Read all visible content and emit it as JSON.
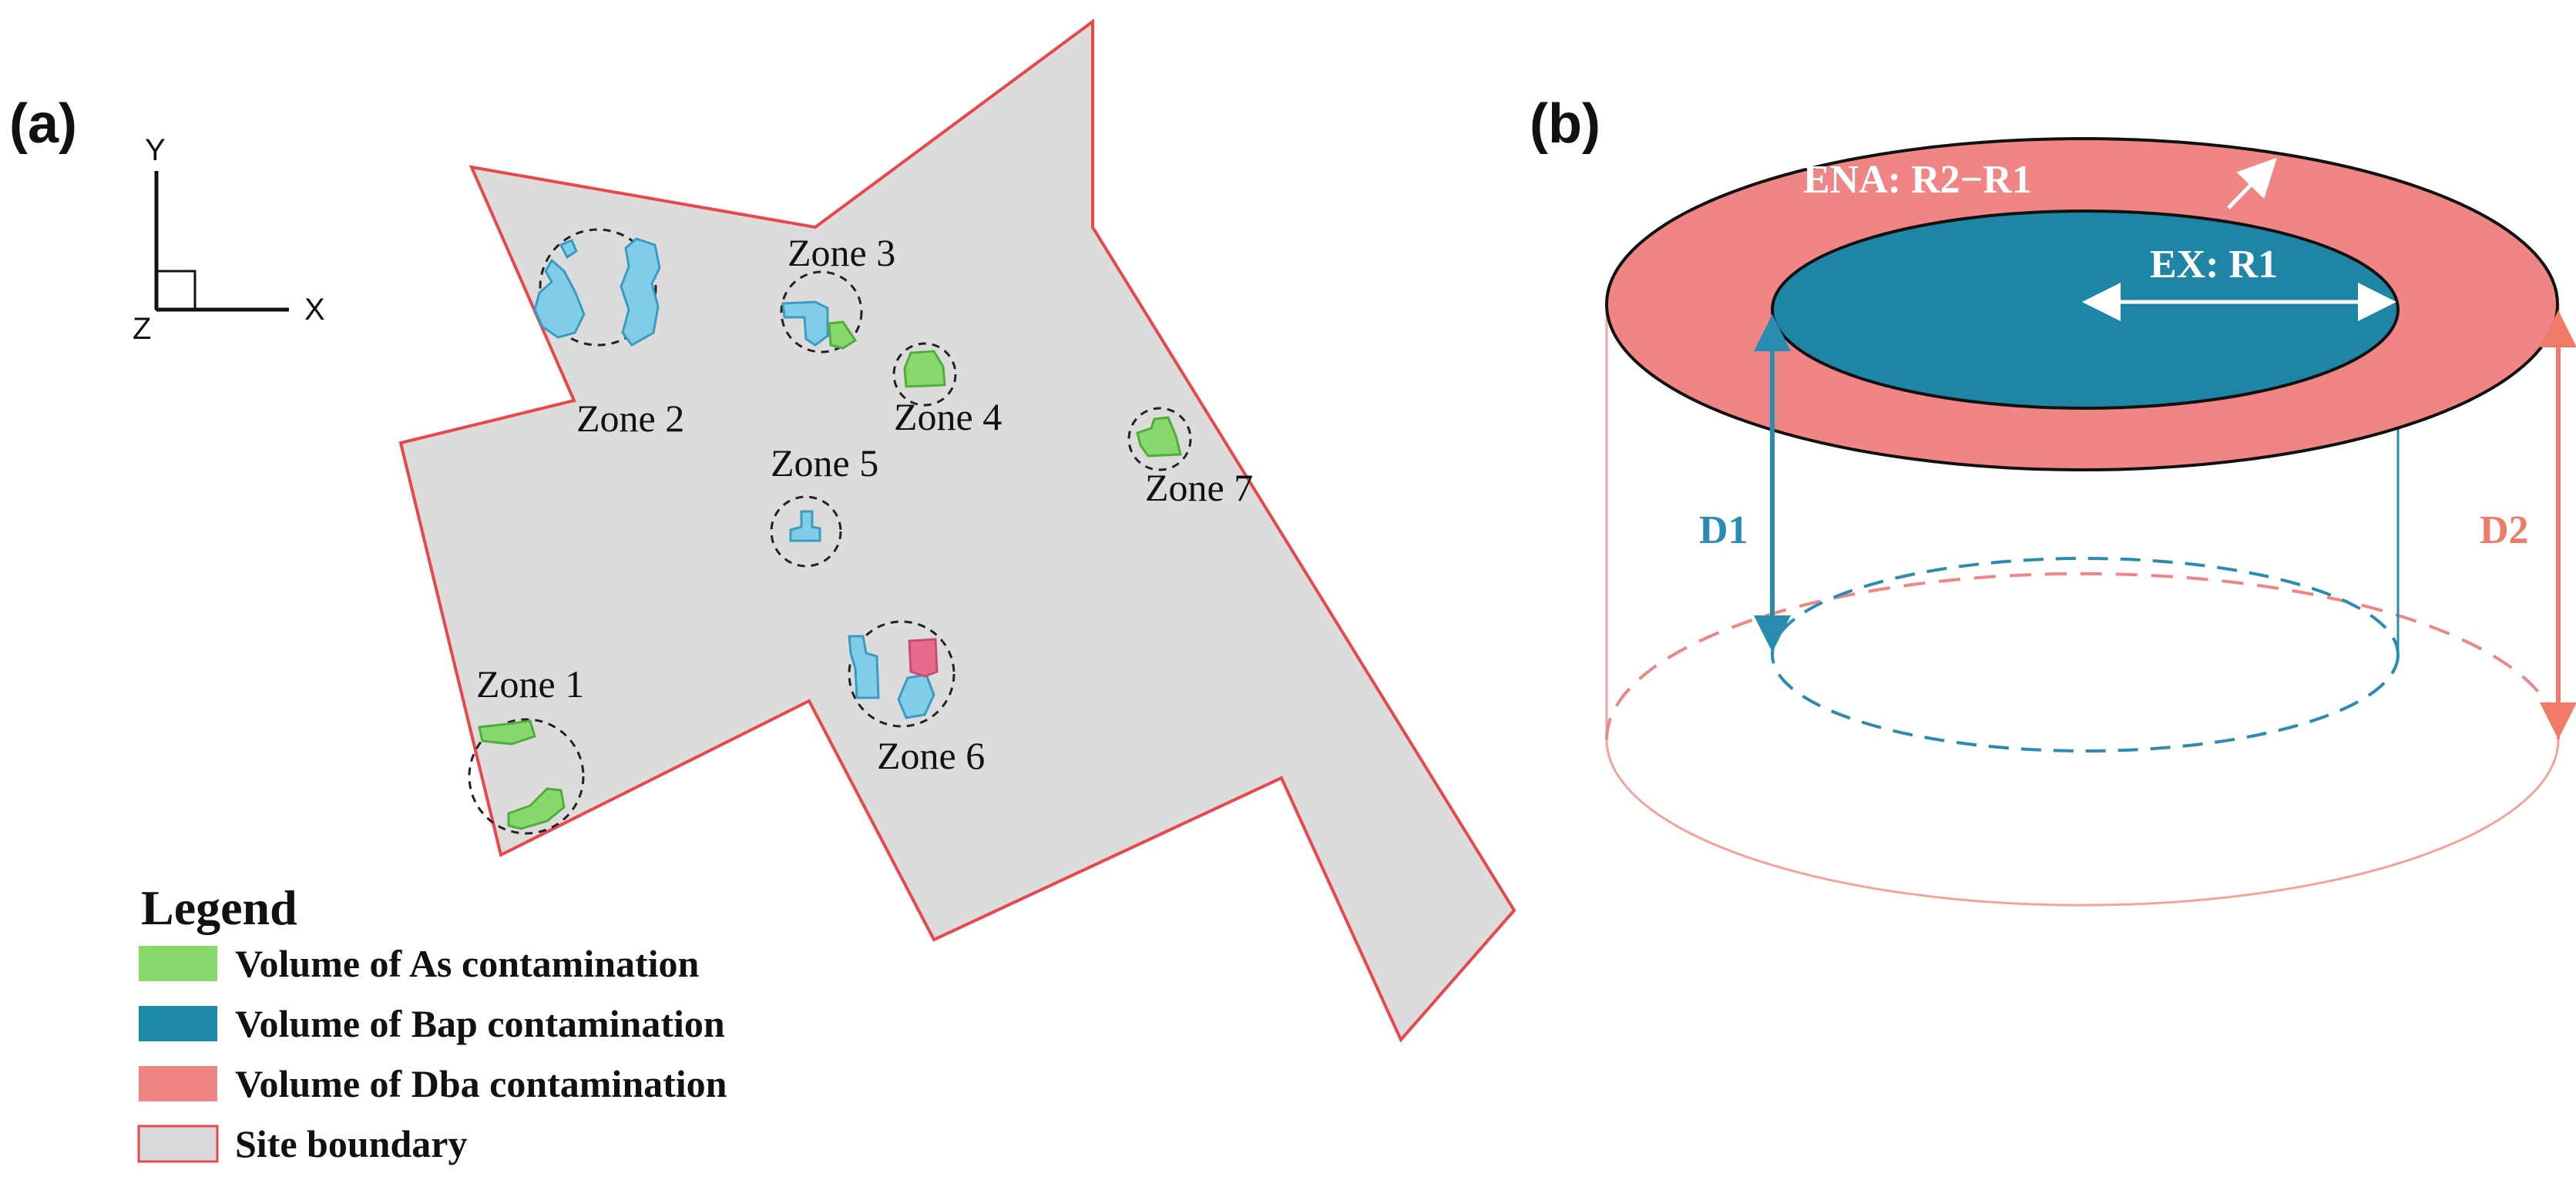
{
  "panel_a": {
    "label": "(a)",
    "axes": {
      "y": "Y",
      "x": "X",
      "z": "Z"
    },
    "zones": [
      {
        "id": "zone1",
        "label": "Zone 1"
      },
      {
        "id": "zone2",
        "label": "Zone 2"
      },
      {
        "id": "zone3",
        "label": "Zone 3"
      },
      {
        "id": "zone4",
        "label": "Zone 4"
      },
      {
        "id": "zone5",
        "label": "Zone 5"
      },
      {
        "id": "zone6",
        "label": "Zone 6"
      },
      {
        "id": "zone7",
        "label": "Zone 7"
      }
    ],
    "legend": {
      "title": "Legend",
      "items": [
        {
          "label": "Volume of As contamination",
          "color": "#86d96a"
        },
        {
          "label": "Volume of Bap contamination",
          "color": "#1e88a8"
        },
        {
          "label": "Volume of Dba contamination",
          "color": "#ef8585"
        },
        {
          "label": "Site boundary",
          "color": "#d9d9d9"
        }
      ]
    },
    "colors": {
      "site_fill": "#dcdcdc",
      "site_border": "#e8474c",
      "as": "#86d96a",
      "bap": "#7fcde8",
      "dba": "#ea6a8c"
    }
  },
  "panel_b": {
    "label": "(b)",
    "labels": {
      "ena": "ENA: R2−R1",
      "ex": "EX: R1",
      "d1": "D1",
      "d2": "D2"
    },
    "colors": {
      "outer": "#ef8585",
      "inner": "#1e86a4",
      "d1": "#2a8cb0",
      "d2": "#ef7b68",
      "outline": "#111111"
    }
  }
}
